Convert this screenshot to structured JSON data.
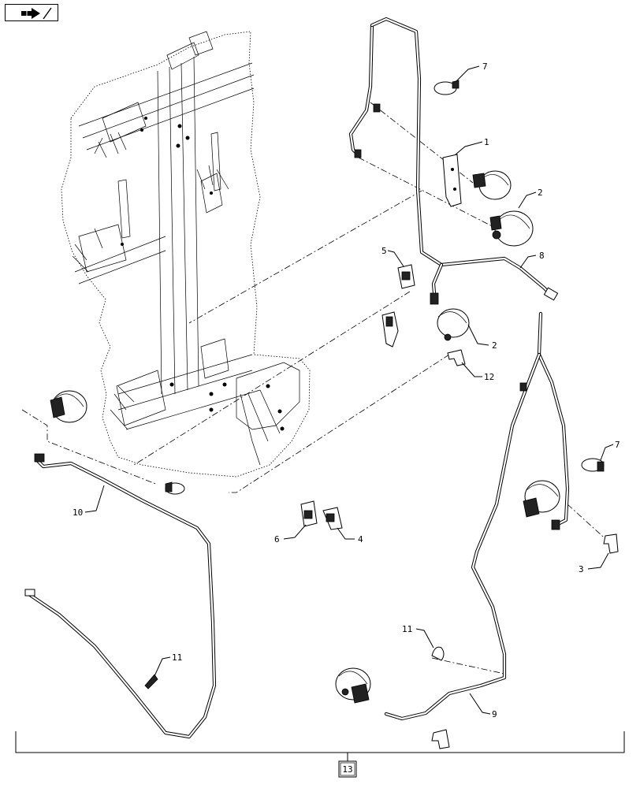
{
  "nav": {
    "icon": "next-arrow-icon"
  },
  "callouts": {
    "c1": "1",
    "c2a": "2",
    "c2b": "2",
    "c3": "3",
    "c4": "4",
    "c5": "5",
    "c6": "6",
    "c7a": "7",
    "c7b": "7",
    "c8": "8",
    "c9": "9",
    "c10": "10",
    "c11a": "11",
    "c11b": "11",
    "c12": "12"
  },
  "assembly": {
    "label": "13"
  }
}
